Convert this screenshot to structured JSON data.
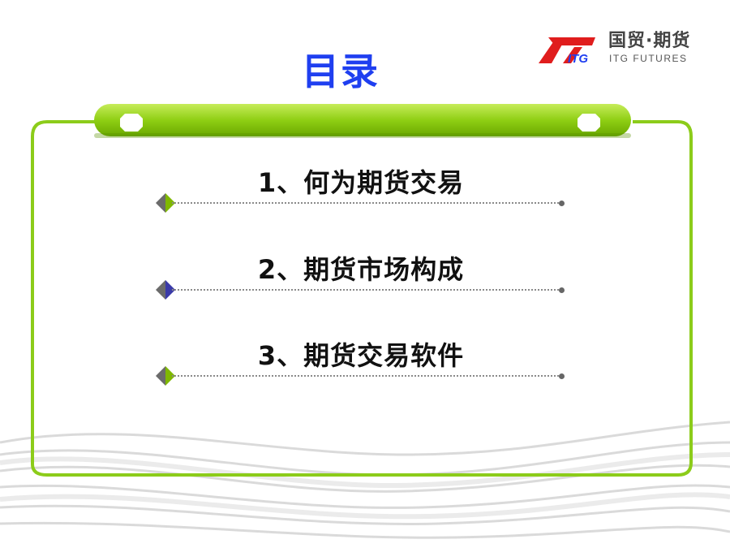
{
  "slide": {
    "title": "目录",
    "logo": {
      "mark_text": "ITG",
      "cn_name": "国贸·期货",
      "en_name": "ITG FUTURES"
    },
    "menu": [
      {
        "label": "1、何为期货交易",
        "bullet_color": "#7fb800"
      },
      {
        "label": "2、期货市场构成",
        "bullet_color": "#3a3aa8"
      },
      {
        "label": "3、期货交易软件",
        "bullet_color": "#7fb800"
      }
    ]
  },
  "colors": {
    "title": "#1f3ff0",
    "frame_green": "#8ccc1a",
    "logo_red": "#e01d1d"
  }
}
